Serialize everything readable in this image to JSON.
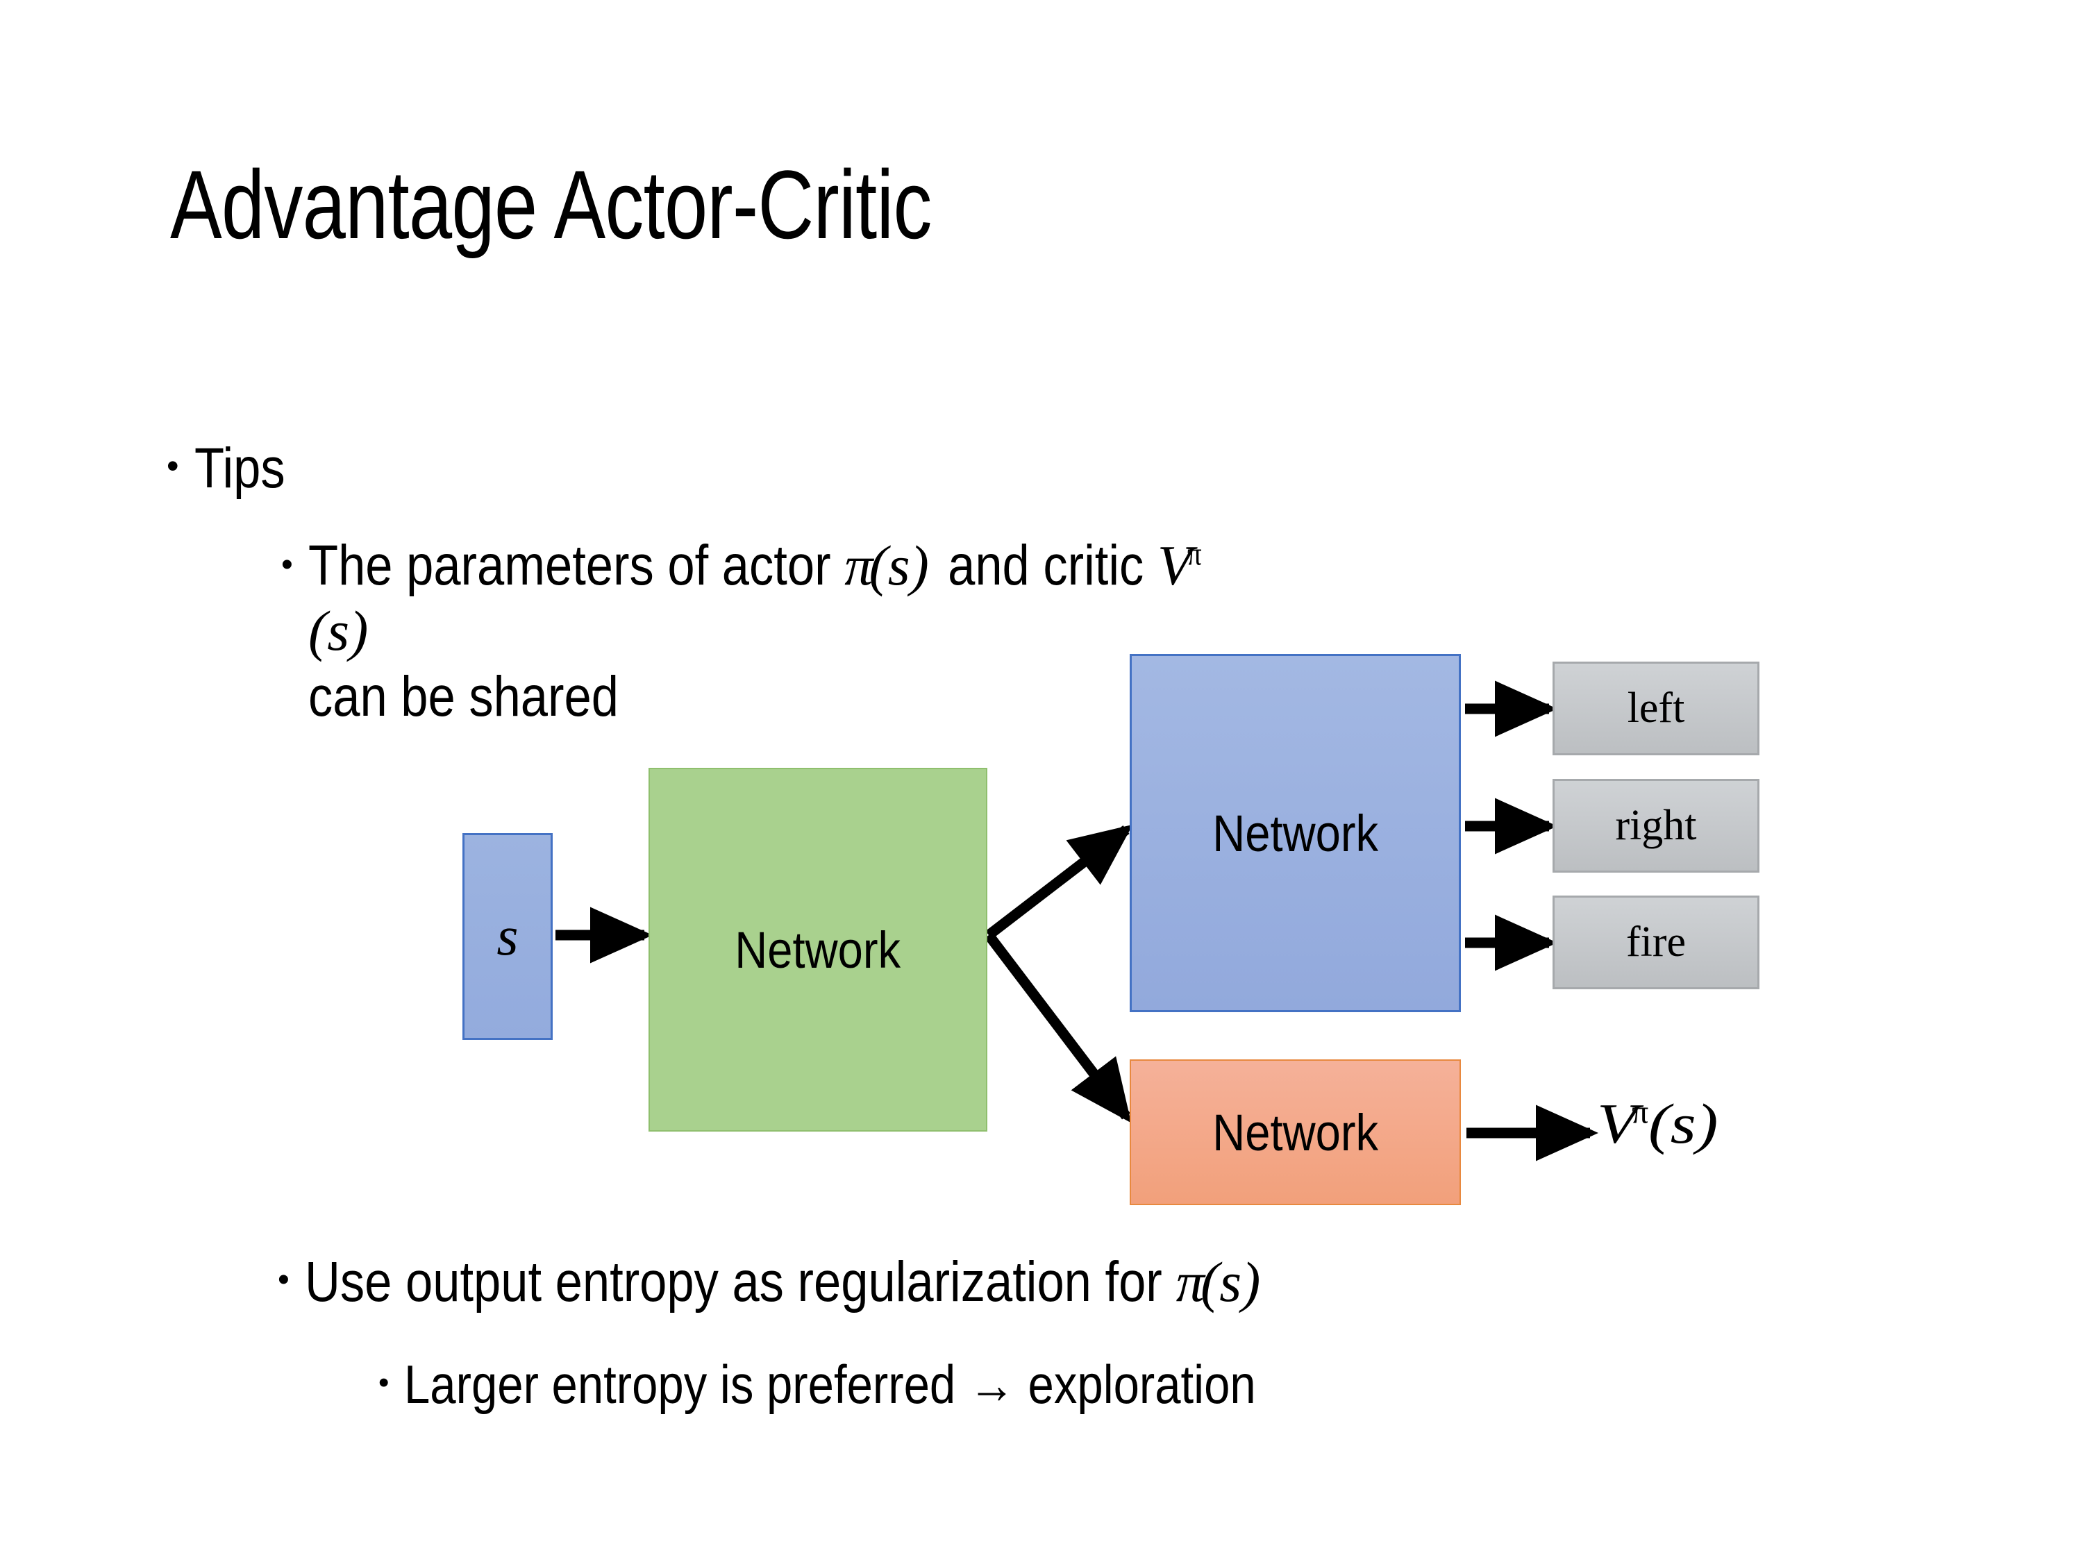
{
  "slide": {
    "title": "Advantage Actor-Critic"
  },
  "bullets": {
    "tips": "Tips",
    "params_prefix": "The parameters of actor ",
    "params_pi": "π",
    "params_pi_arg": "(s)",
    "params_mid": "and critic ",
    "params_v": "V",
    "params_v_sup": "π",
    "params_v_arg": "(s)",
    "params_line2": "can be shared",
    "entropy_prefix": "Use output entropy as regularization for ",
    "entropy_pi": "π",
    "entropy_pi_arg": "(s)",
    "larger": "Larger entropy is preferred → exploration",
    "dot": "•"
  },
  "diagram": {
    "state_label": "s",
    "shared_network_label": "Network",
    "actor_network_label": "Network",
    "critic_network_label": "Network",
    "outputs": [
      {
        "label": "left"
      },
      {
        "label": "right"
      },
      {
        "label": "fire"
      }
    ],
    "critic_output_v": "V",
    "critic_output_sup": "π",
    "critic_output_arg": "(s)",
    "colors": {
      "state_fill": "#9CB3E0",
      "state_border": "#4472C4",
      "shared_fill": "#A9D18E",
      "shared_border": "#8FBF6E",
      "actor_fill": "#9CB3E0",
      "actor_border": "#4472C4",
      "critic_fill": "#F2A07B",
      "critic_border": "#E8893F",
      "output_fill": "#C6C9CC",
      "output_border": "#A6A9AC",
      "arrow": "#000000",
      "background": "#FFFFFF"
    }
  }
}
